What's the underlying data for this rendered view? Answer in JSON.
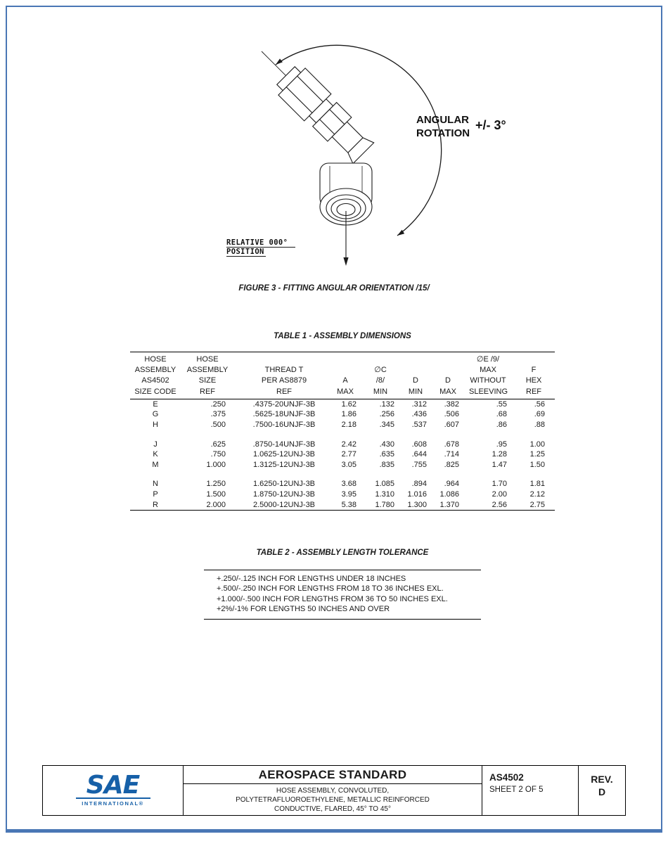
{
  "colors": {
    "page_border": "#4a77b5",
    "sae_blue": "#1660a8",
    "ink": "#1a1a1a"
  },
  "figure": {
    "annotation_line1": "ANGULAR",
    "annotation_line2": "ROTATION",
    "tolerance": "+/- 3°",
    "relative_line1": "RELATIVE 000°",
    "relative_line2": "POSITION",
    "caption": "FIGURE 3 - FITTING ANGULAR ORIENTATION /15/"
  },
  "table1": {
    "title": "TABLE 1 - ASSEMBLY DIMENSIONS",
    "columns": [
      {
        "lines": [
          "HOSE",
          "ASSEMBLY",
          "AS4502",
          "SIZE CODE"
        ],
        "align": "center"
      },
      {
        "lines": [
          "HOSE",
          "ASSEMBLY",
          "SIZE",
          "REF"
        ],
        "align": "right"
      },
      {
        "lines": [
          "THREAD T",
          "PER AS8879",
          "REF"
        ],
        "align": "center"
      },
      {
        "lines": [
          "A",
          "MAX"
        ],
        "align": "right"
      },
      {
        "lines": [
          "∅C",
          "/8/",
          "MIN"
        ],
        "align": "right"
      },
      {
        "lines": [
          "D",
          "MIN"
        ],
        "align": "right"
      },
      {
        "lines": [
          "D",
          "MAX"
        ],
        "align": "right"
      },
      {
        "lines": [
          "∅E /9/",
          "MAX",
          "WITHOUT",
          "SLEEVING"
        ],
        "align": "right"
      },
      {
        "lines": [
          "F",
          "HEX",
          "REF"
        ],
        "align": "right"
      }
    ],
    "row_groups": [
      [
        [
          "E",
          ".250",
          ".4375-20UNJF-3B",
          "1.62",
          ".132",
          ".312",
          ".382",
          ".55",
          ".56"
        ],
        [
          "G",
          ".375",
          ".5625-18UNJF-3B",
          "1.86",
          ".256",
          ".436",
          ".506",
          ".68",
          ".69"
        ],
        [
          "H",
          ".500",
          ".7500-16UNJF-3B",
          "2.18",
          ".345",
          ".537",
          ".607",
          ".86",
          ".88"
        ]
      ],
      [
        [
          "J",
          ".625",
          ".8750-14UNJF-3B",
          "2.42",
          ".430",
          ".608",
          ".678",
          ".95",
          "1.00"
        ],
        [
          "K",
          ".750",
          "1.0625-12UNJ-3B",
          "2.77",
          ".635",
          ".644",
          ".714",
          "1.28",
          "1.25"
        ],
        [
          "M",
          "1.000",
          "1.3125-12UNJ-3B",
          "3.05",
          ".835",
          ".755",
          ".825",
          "1.47",
          "1.50"
        ]
      ],
      [
        [
          "N",
          "1.250",
          "1.6250-12UNJ-3B",
          "3.68",
          "1.085",
          ".894",
          ".964",
          "1.70",
          "1.81"
        ],
        [
          "P",
          "1.500",
          "1.8750-12UNJ-3B",
          "3.95",
          "1.310",
          "1.016",
          "1.086",
          "2.00",
          "2.12"
        ],
        [
          "R",
          "2.000",
          "2.5000-12UNJ-3B",
          "5.38",
          "1.780",
          "1.300",
          "1.370",
          "2.56",
          "2.75"
        ]
      ]
    ]
  },
  "table2": {
    "title": "TABLE 2 - ASSEMBLY LENGTH TOLERANCE",
    "rows": [
      "+.250/-.125 INCH FOR LENGTHS UNDER 18 INCHES",
      "+.500/-.250 INCH FOR LENGTHS FROM 18 TO 36 INCHES EXL.",
      "+1.000/-.500 INCH FOR LENGTHS FROM 36 TO 50 INCHES EXL.",
      "+2%/-1% FOR LENGTHS 50 INCHES AND OVER"
    ]
  },
  "footer": {
    "logo_text": "SAE",
    "logo_subtext": "INTERNATIONAL®",
    "title": "AEROSPACE STANDARD",
    "subtitle_lines": [
      "HOSE ASSEMBLY, CONVOLUTED,",
      "POLYTETRAFLUOROETHYLENE, METALLIC REINFORCED",
      "CONDUCTIVE, FLARED, 45° TO 45°"
    ],
    "doc_number": "AS4502",
    "sheet": "SHEET 2 OF 5",
    "rev_label": "REV.",
    "rev_value": "D"
  }
}
